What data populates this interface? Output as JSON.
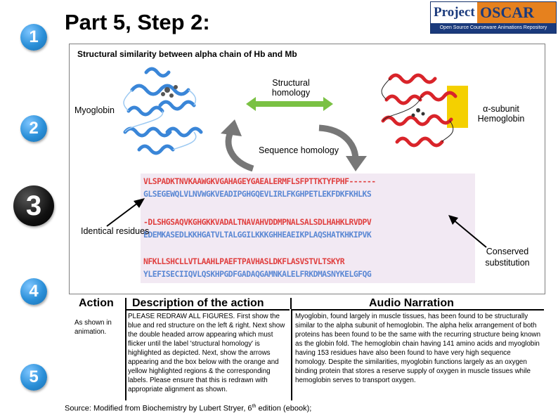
{
  "title": "Part 5, Step 2:",
  "logo": {
    "word1": "Project",
    "word2": "OSCAR",
    "tagline": "Open Source Courseware Animations Repository"
  },
  "steps": [
    "1",
    "2",
    "3",
    "4",
    "5"
  ],
  "figure": {
    "subtitle": "Structural similarity between alpha chain of Hb and Mb",
    "structural_homology": "Structural homology",
    "myoglobin": "Myoglobin",
    "alpha_subunit": "α-subunit Hemoglobin",
    "sequence_homology": "Sequence homology",
    "identical_residues": "Identical residues",
    "conserved_substitution": "Conserved substitution",
    "sequences": [
      "VLSPADKTNVKAAWGKVGAHAGEYGAEALERMFLSFPTTKTYFPHF------",
      "GLSEGEWQLVLNVWGKVEADIPGHGQEVLIRLFKGHPETLEKFDKFKHLKS",
      "-DLSHGSAQVKGHGKKVADALTNAVAHVDDMPNALSALSDLHAHKLRVDPV",
      "EDEMKASEDLKKHGATVLTALGGILKKKGHHEAEIKPLAQSHATKHKIPVK",
      "NFKLLSHCLLVTLAAHLPAEFTPAVHASLDKFLASVSTVLTSKYR",
      "YLEFISECIIQVLQSKHPGDFGADAQGAMNKALELFRKDMASNYKELGFQG"
    ]
  },
  "table": {
    "col_action": "Action",
    "col_description": "Description of the action",
    "col_audio": "Audio Narration",
    "action": "As shown in animation.",
    "description": "PLEASE REDRAW ALL FIGURES. First show the blue and red structure on the left & right. Next show the double headed arrow appearing which must flicker until the label 'structural homology' is highlighted as depicted. Next, show the arrows appearing and the box below with the orange and yellow highlighted regions & the corresponding labels. Please ensure that this is redrawn with appropriate alignment as shown.",
    "audio": "Myoglobin, found largely in muscle tissues, has been found to be structurally similar to the alpha subunit of hemoglobin. The alpha helix arrangement of both proteins has been found to be the same with the recurring structure being known as the globin fold. The hemoglobin chain having 141 amino acids and myoglobin having 153 residues have also been found to have very high sequence homology. Despite the similarities, myoglobin functions largely as an oxygen binding protein that stores a reserve supply of oxygen in muscle tissues while hemoglobin serves to transport oxygen."
  },
  "source": {
    "prefix": "Source: Modified from Biochemistry by Lubert Stryer, 6",
    "sup": "th",
    "suffix": " edition (ebook);"
  },
  "colors": {
    "step_blue": "#2a8fd8",
    "step_black": "#111111",
    "arrow_green": "#7ac143",
    "seq_red": "#e04040",
    "seq_blue": "#5b88d4",
    "highlight_yellow": "#fff200",
    "highlight_orange": "#f5b041"
  }
}
